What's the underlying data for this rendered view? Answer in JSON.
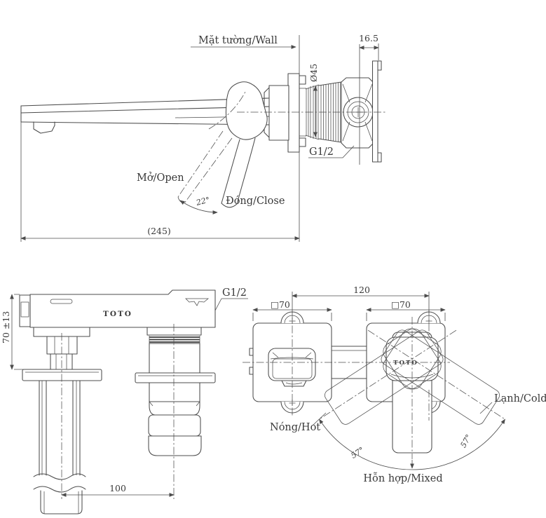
{
  "drawing": {
    "colors": {
      "line": "#4c4c4c",
      "text": "#3a3a3a",
      "background": "#ffffff"
    },
    "side_view": {
      "wall_label": "Mặt tường/Wall",
      "dim_16_5": "16.5",
      "dim_d45": "Ø45",
      "thread": "G1/2",
      "open": "Mở/Open",
      "angle_22": "22°",
      "close": "Đóng/Close",
      "dim_245": "(245)"
    },
    "front_view": {
      "thread": "G1/2",
      "brand": "TOTO",
      "dim_70": "70 ±13",
      "dim_100": "100"
    },
    "face_view": {
      "dim_120": "120",
      "dim_sq70_left": "□70",
      "dim_sq70_right": "□70",
      "brand": "TOTO",
      "cold": "Lạnh/Cold",
      "hot": "Nóng/Hot",
      "mixed": "Hỗn hợp/Mixed",
      "angle_57_left": "57°",
      "angle_57_right": "57°"
    }
  }
}
